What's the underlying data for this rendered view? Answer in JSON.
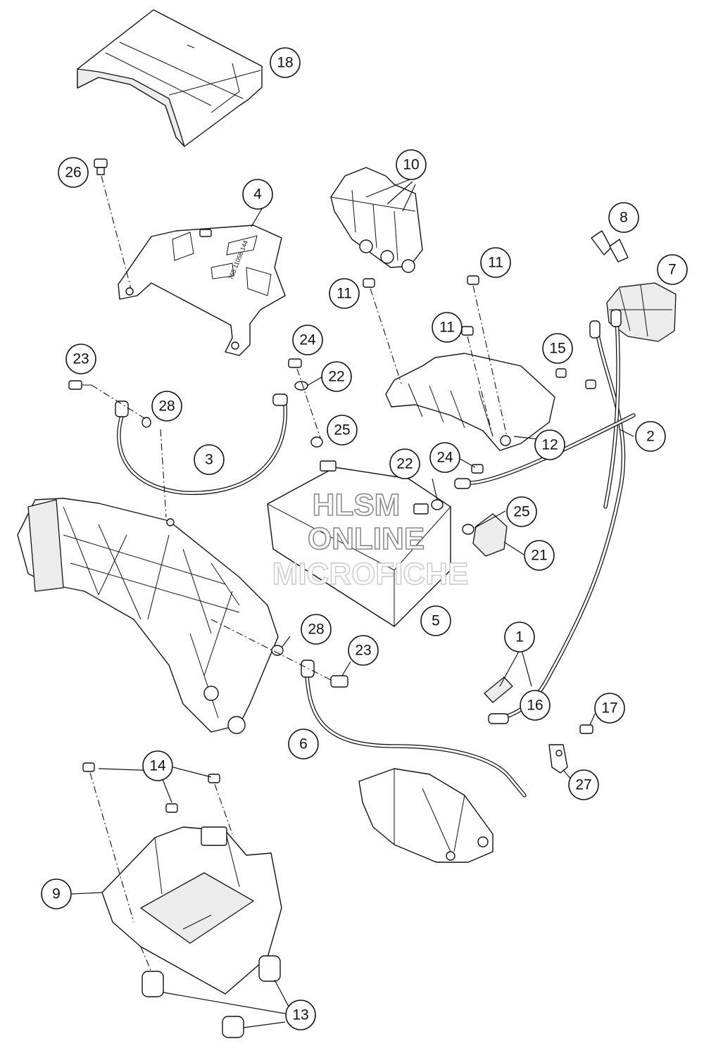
{
  "watermark": {
    "line1": "HLSM",
    "line2": "ONLINE",
    "line3": "MICROFICHE"
  },
  "part_stamp": "765.11058.144",
  "callouts": [
    {
      "id": "18",
      "label": "18"
    },
    {
      "id": "26",
      "label": "26"
    },
    {
      "id": "4",
      "label": "4"
    },
    {
      "id": "10",
      "label": "10"
    },
    {
      "id": "8",
      "label": "8"
    },
    {
      "id": "7",
      "label": "7"
    },
    {
      "id": "11a",
      "label": "11"
    },
    {
      "id": "11b",
      "label": "11"
    },
    {
      "id": "11c",
      "label": "11"
    },
    {
      "id": "15",
      "label": "15"
    },
    {
      "id": "24a",
      "label": "24"
    },
    {
      "id": "22a",
      "label": "22"
    },
    {
      "id": "23a",
      "label": "23"
    },
    {
      "id": "28a",
      "label": "28"
    },
    {
      "id": "25a",
      "label": "25"
    },
    {
      "id": "3",
      "label": "3"
    },
    {
      "id": "2",
      "label": "2"
    },
    {
      "id": "12",
      "label": "12"
    },
    {
      "id": "22b",
      "label": "22"
    },
    {
      "id": "24b",
      "label": "24"
    },
    {
      "id": "25b",
      "label": "25"
    },
    {
      "id": "21",
      "label": "21"
    },
    {
      "id": "5",
      "label": "5"
    },
    {
      "id": "28b",
      "label": "28"
    },
    {
      "id": "23b",
      "label": "23"
    },
    {
      "id": "1",
      "label": "1"
    },
    {
      "id": "16",
      "label": "16"
    },
    {
      "id": "17",
      "label": "17"
    },
    {
      "id": "6",
      "label": "6"
    },
    {
      "id": "27",
      "label": "27"
    },
    {
      "id": "14",
      "label": "14"
    },
    {
      "id": "9",
      "label": "9"
    },
    {
      "id": "13",
      "label": "13"
    }
  ]
}
